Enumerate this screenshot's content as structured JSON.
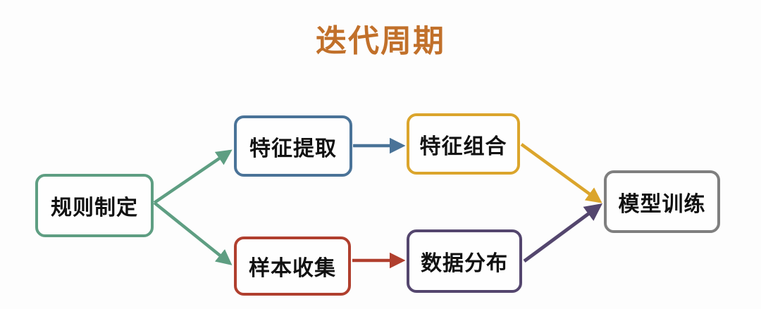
{
  "title": "迭代周期",
  "colors": {
    "title": "#c1702a",
    "background": "#fdfdfd",
    "node_fill": "#fefefe",
    "node_text": "#111111",
    "green": "#5e9e82",
    "blue": "#4a7398",
    "gold": "#dba52c",
    "red": "#b03f2e",
    "purple": "#54466e",
    "gray": "#7f7f7f"
  },
  "diagram": {
    "type": "flowchart",
    "nodes": [
      {
        "id": "rule",
        "label": "规则制定",
        "color": "#5e9e82"
      },
      {
        "id": "feat_ext",
        "label": "特征提取",
        "color": "#4a7398"
      },
      {
        "id": "feat_comb",
        "label": "特征组合",
        "color": "#dba52c"
      },
      {
        "id": "sample",
        "label": "样本收集",
        "color": "#b03f2e"
      },
      {
        "id": "dist",
        "label": "数据分布",
        "color": "#54466e"
      },
      {
        "id": "train",
        "label": "模型训练",
        "color": "#7f7f7f"
      }
    ],
    "edges": [
      {
        "from": "rule",
        "to": "feat_ext",
        "color": "#5e9e82"
      },
      {
        "from": "rule",
        "to": "sample",
        "color": "#5e9e82"
      },
      {
        "from": "feat_ext",
        "to": "feat_comb",
        "color": "#4a7398"
      },
      {
        "from": "feat_comb",
        "to": "train",
        "color": "#dba52c"
      },
      {
        "from": "sample",
        "to": "dist",
        "color": "#b03f2e"
      },
      {
        "from": "dist",
        "to": "train",
        "color": "#54466e"
      }
    ]
  }
}
